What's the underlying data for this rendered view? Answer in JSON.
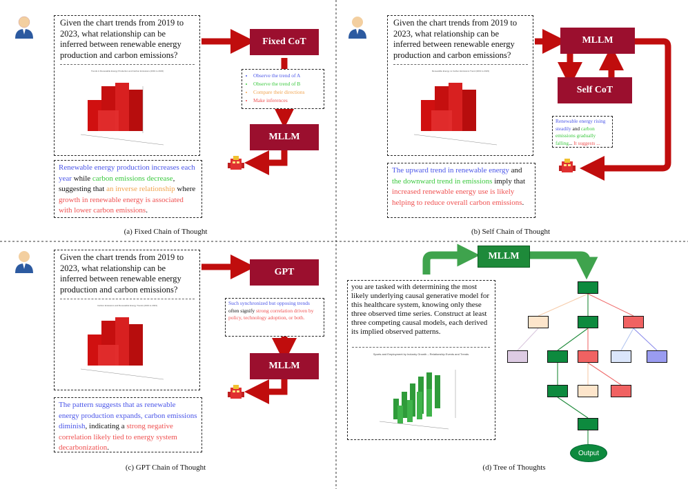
{
  "question": "Given the chart trends from 2019 to 2023, what relationship can be inferred between renewable energy production and carbon emissions?",
  "panel_a": {
    "box_label": "Fixed CoT",
    "mllm_label": "MLLM",
    "chart_title": "Trends in Renewable Energy Production and Carbon Emissions (2019 to 2023)",
    "steps": [
      "Observe the trend of A",
      "Observe the trend of B",
      "Compare their directions",
      "Make inferences"
    ],
    "answer": {
      "p1": "Renewable energy production increases each year",
      "p2": " while ",
      "p3": "carbon emissions decrease",
      "p4": ", suggesting that ",
      "p5": "an inverse relationship",
      "p6": " where ",
      "p7": "growth in renewable energy is associated with lower carbon emissions",
      "p8": "."
    },
    "caption": "(a) Fixed Chain of Thought"
  },
  "panel_b": {
    "mllm_label": "MLLM",
    "self_label": "Self CoT",
    "chart_title": "Renewable Energy vs Carbon Emissions Trend (2019 to 2023)",
    "note": {
      "p1": "Renewable energy rising steadily",
      "p2": " and ",
      "p3": "carbon emissions gradually falling",
      "p4": "... ",
      "p5": "It suggests ..."
    },
    "answer": {
      "p1": "The upward trend in renewable energy",
      "p2": " and ",
      "p3": "the downward trend in emissions",
      "p4": " imply that ",
      "p5": "increased renewable energy use is likely helping to reduce overall carbon emissions",
      "p6": "."
    },
    "caption": "(b) Self Chain of Thought"
  },
  "panel_c": {
    "gpt_label": "GPT",
    "mllm_label": "MLLM",
    "chart_title": "Carbon Emissions and Renewable Energy Trends (2019 to 2023)",
    "note": {
      "p1": "Such synchronized but opposing trends",
      "p2": " often signify ",
      "p3": "strong correlation driven by policy, technology adoption, or both."
    },
    "answer": {
      "p1": "The pattern suggests that as renewable energy production expands, carbon emissions diminish",
      "p2": ", indicating a ",
      "p3": "strong negative correlation likely tied to energy system decarbonization",
      "p4": "."
    },
    "caption": "(c) GPT Chain of Thought"
  },
  "panel_d": {
    "mllm_label": "MLLM",
    "prompt": "you are tasked with determining the most likely underlying causal generative model for this healthcare system, knowing only these three observed time series.  Construct at least three competing causal models, each derived its implied observed patterns.",
    "chart_title": "Sports and Employment by Industry Growth – Relationship Events and Trends",
    "output_label": "Output",
    "caption": "(d) Tree of Thoughts"
  },
  "colors": {
    "maroon": "#9b0f2e",
    "arrow_red": "#c00d0d",
    "green": "#1e8a3a",
    "blue": "#4a55e8",
    "light_green": "#39c83d",
    "orange": "#f0a34e",
    "red": "#ef5050"
  }
}
